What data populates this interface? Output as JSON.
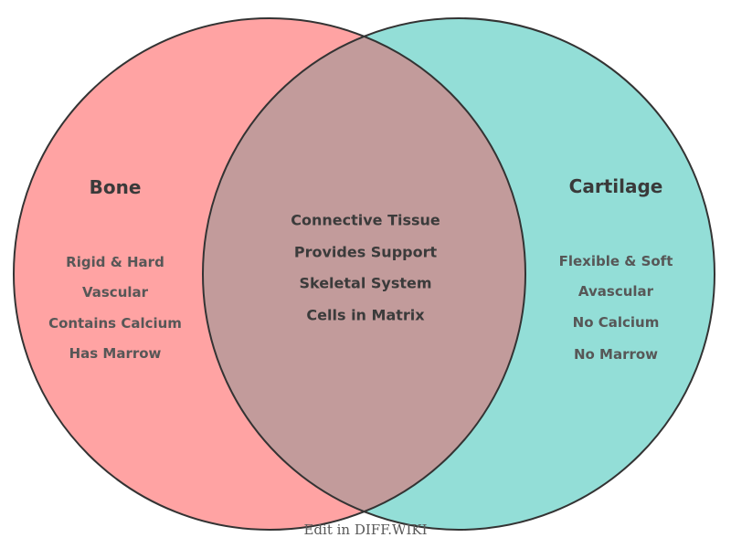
{
  "venn": {
    "left": {
      "title": "Bone",
      "items": [
        "Rigid & Hard",
        "Vascular",
        "Contains Calcium",
        "Has Marrow"
      ],
      "color": "#ffa3a3"
    },
    "right": {
      "title": "Cartilage",
      "items": [
        "Flexible & Soft",
        "Avascular",
        "No Calcium",
        "No Marrow"
      ],
      "color": "#93ded7"
    },
    "intersection": {
      "items": [
        "Connective Tissue",
        "Provides Support",
        "Skeletal System",
        "Cells in Matrix"
      ],
      "color": "#c29b9b"
    },
    "outline_color": "#333333"
  },
  "footer": {
    "label": "Edit in DIFF.WIKI"
  }
}
